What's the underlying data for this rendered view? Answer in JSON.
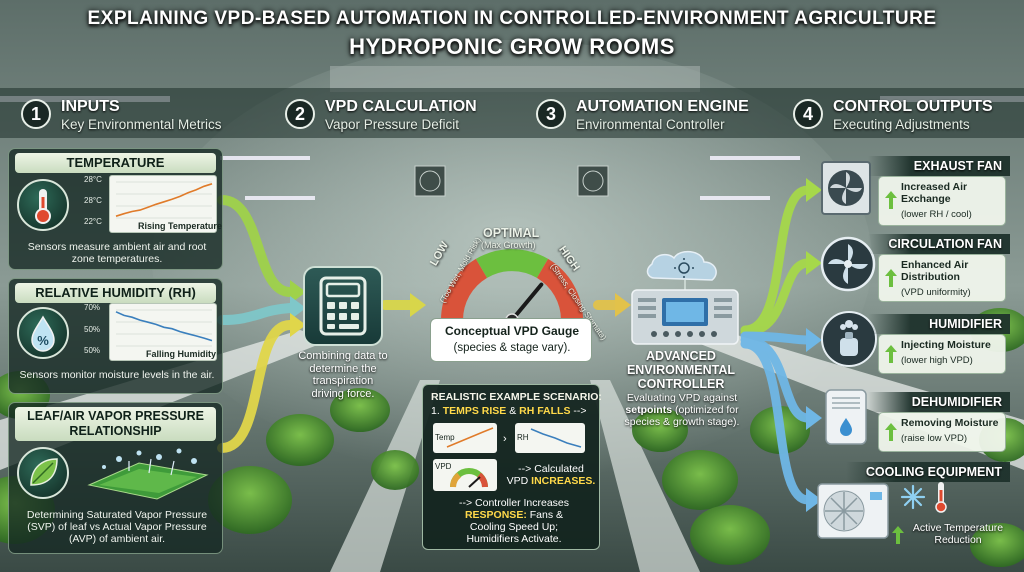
{
  "title": {
    "line1": "EXPLAINING VPD-BASED AUTOMATION IN CONTROLLED-ENVIRONMENT AGRICULTURE",
    "line2": "HYDROPONIC GROW ROOMS"
  },
  "stages": [
    {
      "num": "1",
      "title": "INPUTS",
      "subtitle": "Key Environmental Metrics"
    },
    {
      "num": "2",
      "title": "VPD CALCULATION",
      "subtitle": "Vapor Pressure Deficit"
    },
    {
      "num": "3",
      "title": "AUTOMATION ENGINE",
      "subtitle": "Environmental Controller"
    },
    {
      "num": "4",
      "title": "CONTROL OUTPUTS",
      "subtitle": "Executing Adjustments"
    }
  ],
  "inputs": {
    "temperature": {
      "title": "TEMPERATURE",
      "ticks": [
        "28°C",
        "28°C",
        "22°C"
      ],
      "caption": "Rising Temperature",
      "trend": [
        0.05,
        0.12,
        0.18,
        0.22,
        0.3,
        0.38,
        0.45,
        0.52,
        0.6,
        0.7,
        0.78,
        0.88,
        0.95
      ],
      "desc": "Sensors measure ambient air and root zone temperatures."
    },
    "humidity": {
      "title": "RELATIVE HUMIDITY (RH)",
      "ticks": [
        "70%",
        "50%",
        "50%"
      ],
      "caption": "Falling Humidity",
      "trend": [
        0.95,
        0.85,
        0.8,
        0.72,
        0.66,
        0.6,
        0.52,
        0.48,
        0.4,
        0.34,
        0.28,
        0.22,
        0.15
      ],
      "desc": "Sensors monitor moisture levels in the air."
    },
    "leaf": {
      "title": "LEAF/AIR VAPOR PRESSURE RELATIONSHIP",
      "desc": "Determining Saturated Vapor Pressure (SVP) of leaf vs Actual Vapor Pressure (AVP) of ambient air."
    }
  },
  "calculation": {
    "desc": "Combining data to determine the transpiration driving force."
  },
  "gauge": {
    "optimal_label": "OPTIMAL",
    "optimal_sub": "(Max Growth)",
    "low_label": "LOW",
    "low_sub": "(Too Wet, Mold Risk)",
    "high_label": "HIGH",
    "high_sub": "(Stress, Closing Stomata)",
    "needle_fraction": 0.72,
    "card_title": "Conceptual VPD Gauge",
    "card_sub": "(species & stage vary)."
  },
  "scenario": {
    "title": "REALISTIC EXAMPLE SCENARIO:",
    "step_prefix": "1. ",
    "step_a": "TEMPS RISE",
    "step_mid": " & ",
    "step_b": "RH FALLS",
    "step_suffix": " -->",
    "temp_label": "Temp",
    "rh_label": "RH",
    "vpd_label": "VPD",
    "calc_line1": "--> Calculated",
    "calc_line2_prefix": "VPD ",
    "calc_line2_hl": "INCREASES.",
    "resp_line1": "--> Controller Increases",
    "resp_hl": "RESPONSE:",
    "resp_line2_rest": " Fans &",
    "resp_line3": "Cooling Speed Up;",
    "resp_line4": "Humidifiers Activate."
  },
  "controller": {
    "title_line1": "ADVANCED",
    "title_line2": "ENVIRONMENTAL",
    "title_line3": "CONTROLLER",
    "desc_prefix": "Evaluating VPD against ",
    "desc_bold": "setpoints",
    "desc_suffix": " (optimized for species & growth stage)."
  },
  "outputs": [
    {
      "title": "EXHAUST FAN",
      "main": "Increased Air Exchange",
      "sub": "(lower RH / cool)",
      "icon": "exhaust-fan-icon"
    },
    {
      "title": "CIRCULATION FAN",
      "main": "Enhanced Air Distribution",
      "sub": "(VPD uniformity)",
      "icon": "circulation-fan-icon"
    },
    {
      "title": "HUMIDIFIER",
      "main": "Injecting Moisture",
      "sub": "(lower high VPD)",
      "icon": "humidifier-icon"
    },
    {
      "title": "DEHUMIDIFIER",
      "main": "Removing Moisture",
      "sub": "(raise low VPD)",
      "icon": "dehumidifier-icon"
    },
    {
      "title": "COOLING EQUIPMENT",
      "main": "Active Temperature Reduction",
      "sub": "",
      "icon": "ac-unit-icon"
    }
  ],
  "colors": {
    "arrow_green": "#a6d84a",
    "arrow_blue": "#6fb7e6",
    "arrow_yellow": "#e8d94a",
    "gauge_low": "#d9533a",
    "gauge_mid": "#6cbf3f",
    "gauge_high": "#d9533a"
  }
}
